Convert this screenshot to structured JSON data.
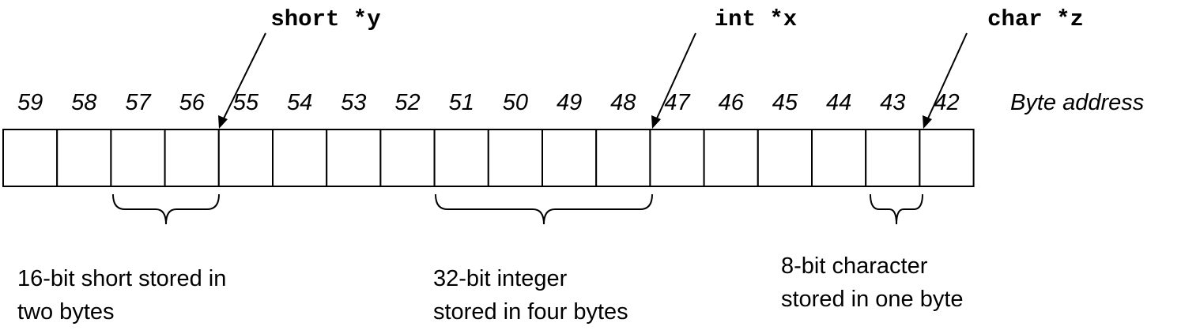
{
  "pointers": {
    "short": "short *y",
    "int": "int *x",
    "char": "char *z"
  },
  "addresses": [
    "59",
    "58",
    "57",
    "56",
    "55",
    "54",
    "53",
    "52",
    "51",
    "50",
    "49",
    "48",
    "47",
    "46",
    "45",
    "44",
    "43",
    "42"
  ],
  "address_label": "Byte address",
  "captions": {
    "short": [
      "16-bit short stored in",
      "two bytes"
    ],
    "int": [
      "32-bit integer",
      "stored in four bytes"
    ],
    "char": [
      "8-bit character",
      "stored in one byte"
    ]
  }
}
